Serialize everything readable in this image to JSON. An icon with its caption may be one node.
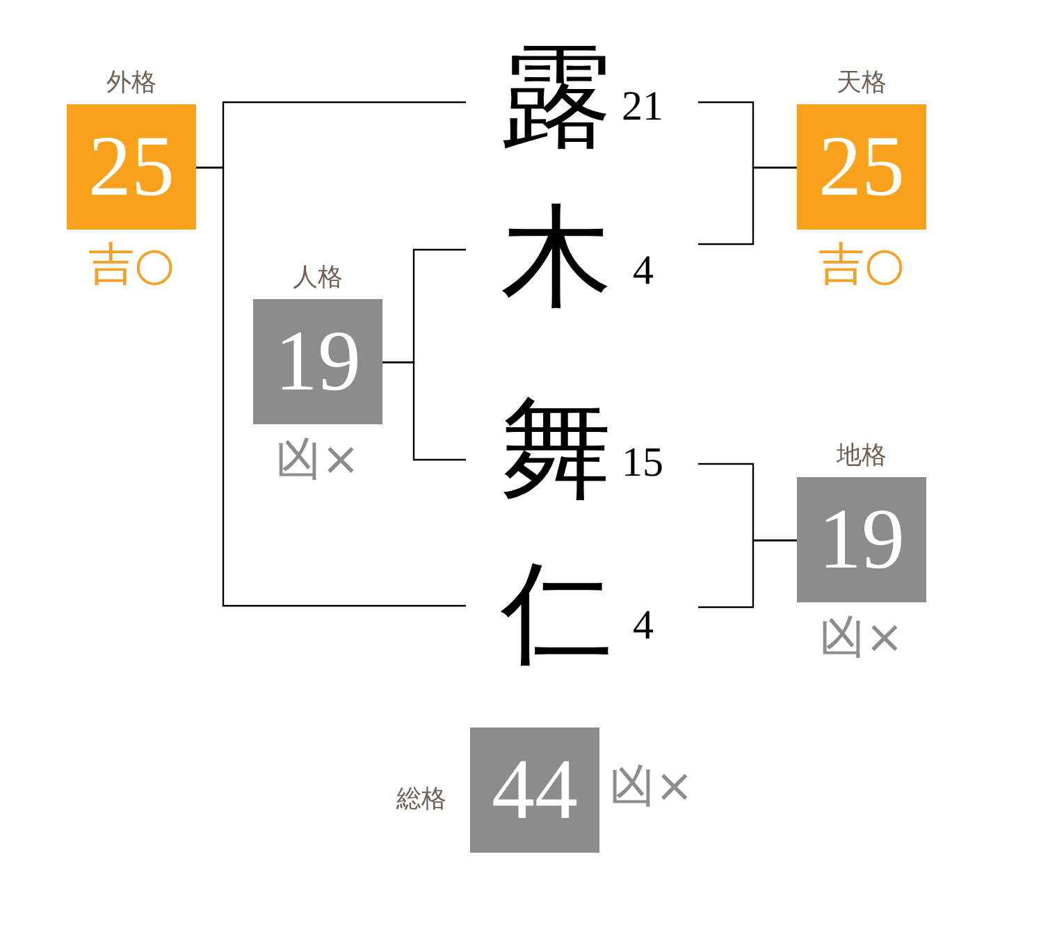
{
  "diagram": {
    "nodes": [
      {
        "text": [
          "外格",
          "25"
        ],
        "beside": [
          "吉○"
        ]
      },
      {
        "text": [
          "露"
        ],
        "beside": [
          "21"
        ]
      },
      {
        "text": [
          "天格",
          "25"
        ],
        "beside": [
          "吉○"
        ]
      },
      {
        "text": [
          "木"
        ],
        "beside": [
          "4"
        ]
      },
      {
        "text": [
          "人格",
          "19"
        ],
        "beside": [
          "凶×"
        ]
      },
      {
        "text": [
          "舞"
        ],
        "beside": [
          "15"
        ]
      },
      {
        "text": [
          "地格",
          "19"
        ],
        "beside": [
          "凶×"
        ]
      },
      {
        "text": [
          "仁"
        ],
        "beside": [
          "4"
        ]
      },
      {
        "text": [
          "総格",
          "44"
        ],
        "beside": [
          "凶×"
        ]
      }
    ],
    "edges": [
      {
        "from": 0,
        "to": 1,
        "arrow": "none"
      },
      {
        "from": 0,
        "to": 7,
        "arrow": "none"
      },
      {
        "from": 2,
        "to": 1,
        "arrow": "none"
      },
      {
        "from": 2,
        "to": 3,
        "arrow": "none"
      },
      {
        "from": 4,
        "to": 3,
        "arrow": "none"
      },
      {
        "from": 4,
        "to": 5,
        "arrow": "none"
      },
      {
        "from": 6,
        "to": 5,
        "arrow": "none"
      },
      {
        "from": 6,
        "to": 7,
        "arrow": "none"
      }
    ]
  }
}
